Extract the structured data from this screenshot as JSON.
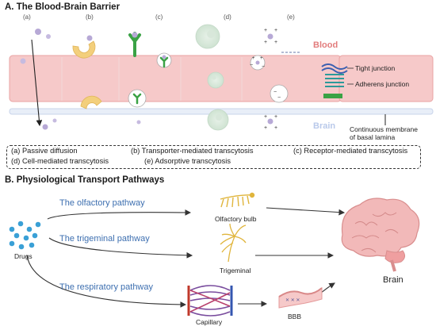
{
  "section_a": {
    "title": "A. The Blood-Brain Barrier",
    "lanes": [
      "(a)",
      "(b)",
      "(c)",
      "(d)",
      "(e)"
    ],
    "blood_label": "Blood",
    "brain_label": "Brain",
    "tight_junction": "Tight junction",
    "adherens_junction": "Adherens junction",
    "basal_lamina_line1": "Continuous membrane",
    "basal_lamina_line2": "of basal lamina",
    "legend": {
      "a": "(a) Passive diffusion",
      "b": "(b) Transporter-mediated transcytosis",
      "c": "(c) Receptor-mediated transcytosis",
      "d": "(d) Cell-mediated transcytosis",
      "e": "(e) Adsorptive transcytosis"
    }
  },
  "section_b": {
    "title": "B. Physiological Transport Pathways",
    "drugs": "Drugs",
    "olfactory_pathway": "The olfactory  pathway",
    "trigeminal_pathway": "The trigeminal  pathway",
    "respiratory_pathway": "The respiratory pathway",
    "olfactory_bulb": "Olfactory bulb",
    "trigeminal": "Trigeminal",
    "capillary": "Capillary",
    "bbb": "BBB",
    "brain": "Brain"
  },
  "colors": {
    "blood_cell": "#f6c9c9",
    "blood_cell_border": "#e9a3a3",
    "blood_text": "#e27c7c",
    "brain_text": "#b9c9ea",
    "particle": "#b7a9d6",
    "transporter": "#f3cf7c",
    "receptor": "#3aa245",
    "pathway_text": "#3d6fb0",
    "drug_dot": "#3aa0d6",
    "nerve": "#e0b53c",
    "brain_fill": "#f2b9b9"
  },
  "icons": [
    "arrow-icon",
    "particle-icon",
    "transporter-icon",
    "receptor-icon",
    "immune-cell-icon",
    "vesicle-icon",
    "junction-icon",
    "brain-icon",
    "capillary-icon",
    "olfactory-bulb-icon",
    "trigeminal-icon"
  ]
}
